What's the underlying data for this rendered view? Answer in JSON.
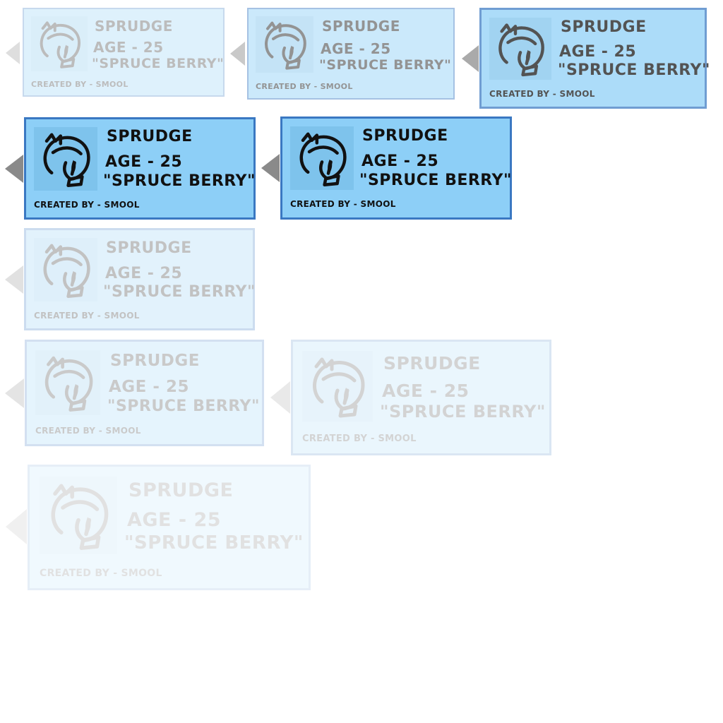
{
  "card": {
    "name": "SPRUDGE",
    "age": "AGE - 25",
    "nickname": "\"SPRUCE BERRY\"",
    "credit": "CREATED BY - SMOOL",
    "portrait_icon": "sprudge-face-icon"
  },
  "colors": {
    "card_fill": "#8dcff7",
    "card_border": "#3a78c2",
    "portrait_bg": "#7ec3ec",
    "text": "#111111",
    "arrow": "#8a8a8a"
  },
  "cards": [
    {
      "opacity": 0.28
    },
    {
      "opacity": 0.45
    },
    {
      "opacity": 0.72
    },
    {
      "opacity": 1.0
    },
    {
      "opacity": 1.0
    },
    {
      "opacity": 0.25
    },
    {
      "opacity": 0.22
    },
    {
      "opacity": 0.18
    },
    {
      "opacity": 0.12
    }
  ]
}
